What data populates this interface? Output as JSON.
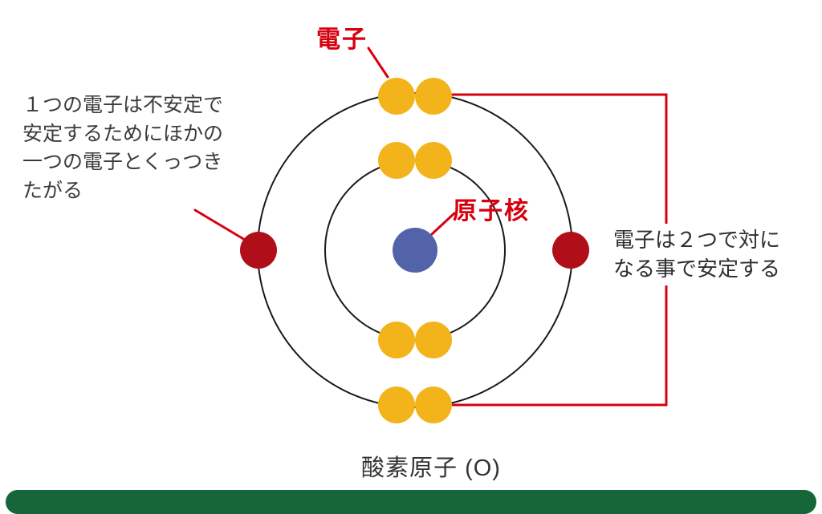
{
  "labels": {
    "electron": "電子",
    "nucleus": "原子核",
    "caption": "酸素原子 (O)"
  },
  "notes": {
    "left": "１つの電子は不安定で\n安定するためにほかの\n一つの電子とくっつき\nたがる",
    "right": "電子は２つで対に\nなる事で安定する"
  },
  "colors": {
    "accent_red": "#d7000f",
    "electron_yellow": "#f3b41b",
    "electron_red": "#b00e19",
    "nucleus_blue": "#5363aa",
    "orbit_black": "#1a1a1a",
    "text_dark": "#3b3b3b",
    "footer_green": "#17663a"
  },
  "diagram": {
    "atom": "酸素原子 (O)",
    "shells": [
      {
        "name": "inner-shell",
        "paired_yellow_electrons": 4
      },
      {
        "name": "outer-shell",
        "paired_yellow_electrons": 4,
        "unpaired_red_electrons": 2
      }
    ]
  }
}
